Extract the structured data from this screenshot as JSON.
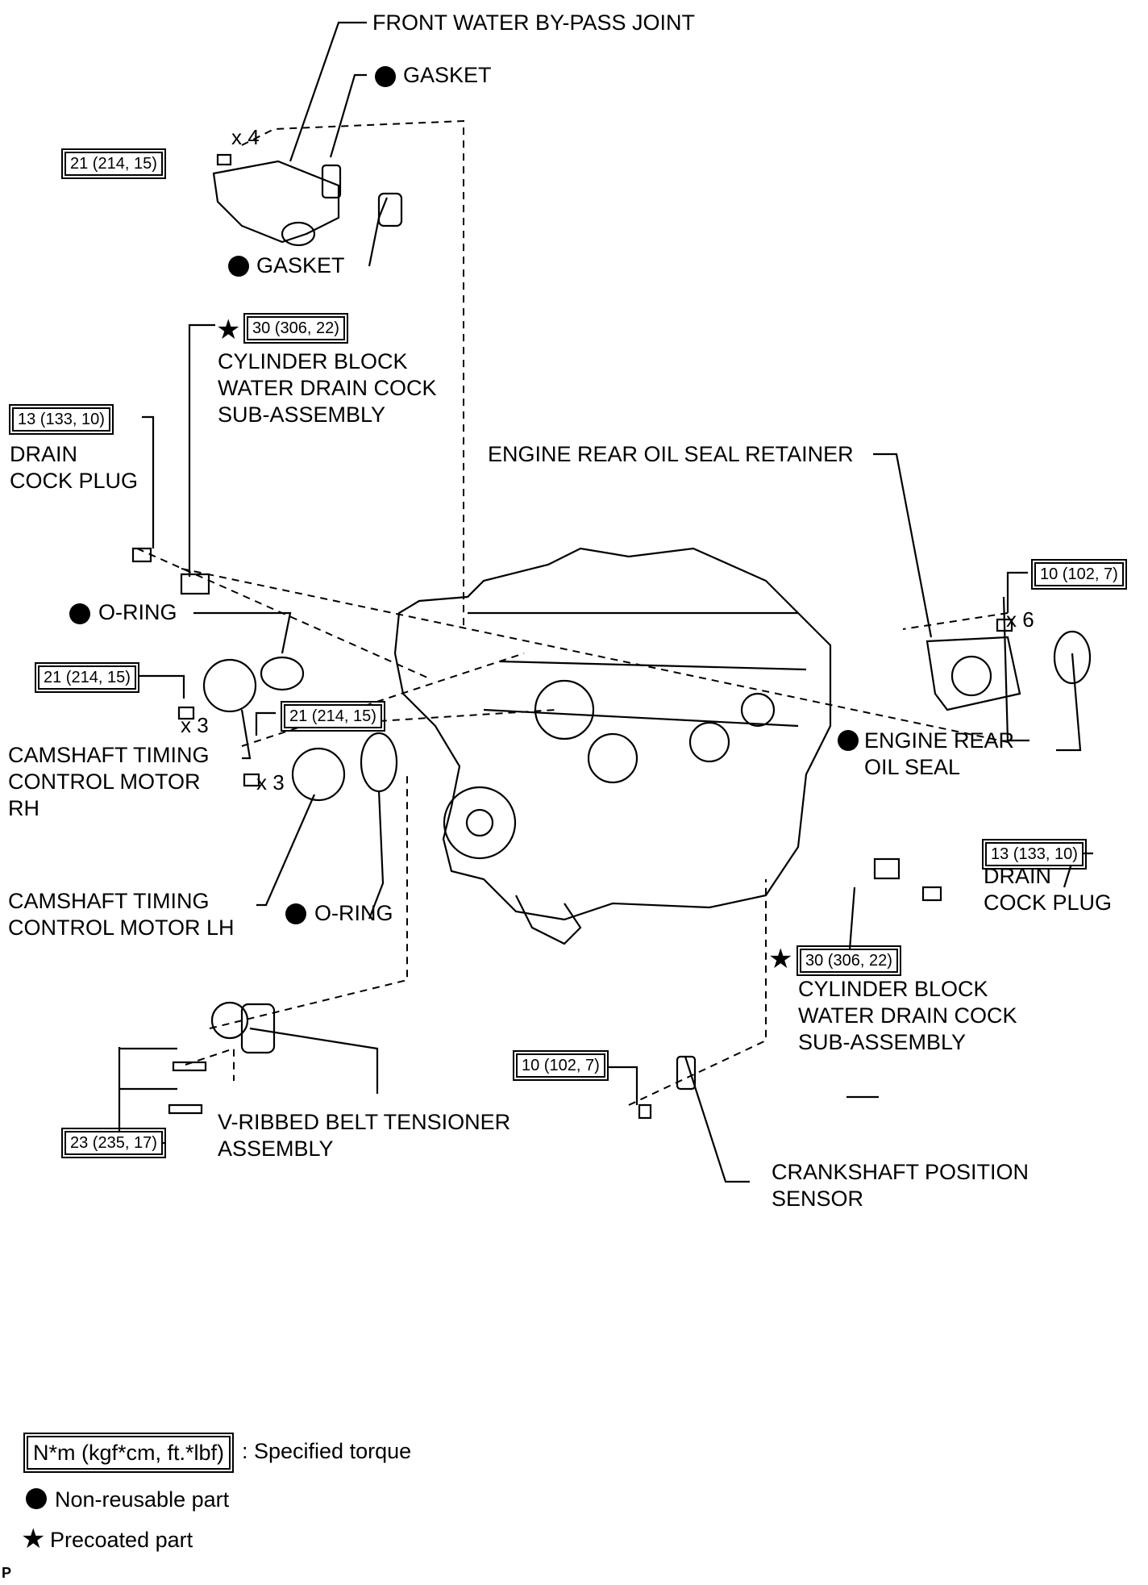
{
  "labels": {
    "front_water_bypass_joint": "FRONT WATER BY-PASS JOINT",
    "gasket_top": "GASKET",
    "gasket_bottom": "GASKET",
    "drain_cock_block_left": "CYLINDER BLOCK\nWATER DRAIN COCK\nSUB-ASSEMBLY",
    "drain_cock_plug_left": "DRAIN\nCOCK PLUG",
    "engine_rear_oil_seal_retainer": "ENGINE REAR OIL SEAL RETAINER",
    "o_ring_top": "O-RING",
    "engine_rear_oil_seal": "ENGINE REAR\nOIL SEAL",
    "camshaft_motor_rh": "CAMSHAFT TIMING\nCONTROL MOTOR\nRH",
    "camshaft_motor_lh": "CAMSHAFT TIMING\nCONTROL MOTOR LH",
    "o_ring_bottom": "O-RING",
    "drain_cock_plug_right": "DRAIN\nCOCK PLUG",
    "drain_cock_block_right": "CYLINDER BLOCK\nWATER DRAIN COCK\nSUB-ASSEMBLY",
    "v_ribbed_belt_tensioner": "V-RIBBED BELT TENSIONER\nASSEMBLY",
    "crankshaft_position_sensor": "CRANKSHAFT POSITION\nSENSOR"
  },
  "torques": {
    "bypass_joint": "21 (214, 15)",
    "drain_cock_left": "30 (306, 22)",
    "drain_plug_left": "13 (133, 10)",
    "oil_seal_retainer": "10 (102, 7)",
    "camshaft_rh": "21 (214, 15)",
    "camshaft_lh": "21 (214, 15)",
    "drain_plug_right": "13 (133, 10)",
    "drain_cock_right": "30 (306, 22)",
    "crank_sensor": "10 (102, 7)",
    "tensioner": "23 (235, 17)"
  },
  "quantities": {
    "bypass_bolts": "x 4",
    "retainer_bolts": "x 6",
    "camshaft_rh_bolts": "x 3",
    "camshaft_lh_bolts": "x 3"
  },
  "legend": {
    "torque_unit": "N*m (kgf*cm, ft.*lbf)",
    "torque_desc": ": Specified torque",
    "non_reusable": "Non-reusable part",
    "precoated": "Precoated part"
  },
  "corner_mark": "P"
}
